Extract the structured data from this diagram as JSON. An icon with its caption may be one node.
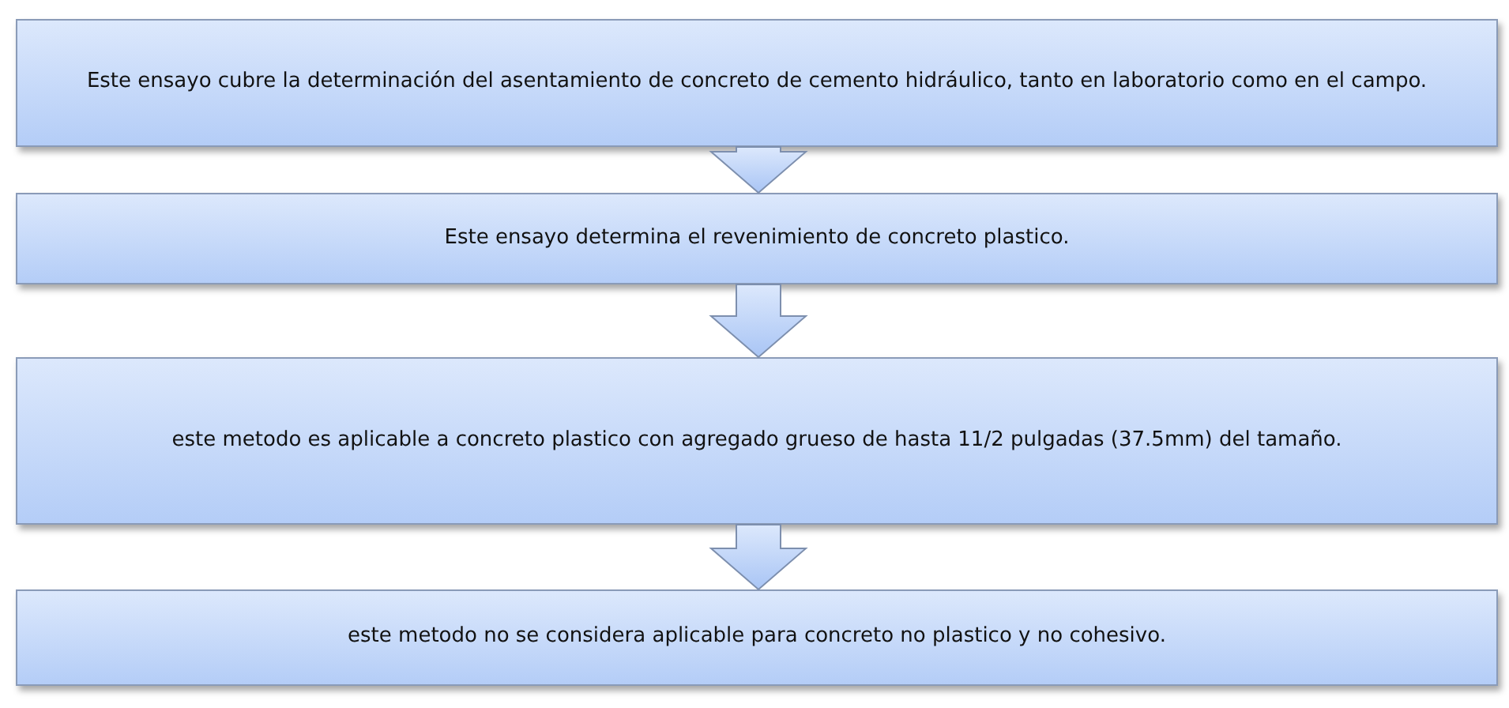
{
  "diagram": {
    "nodes": [
      {
        "text": [
          "Este ensayo cubre la determinación del asentamiento de concreto de cemento hidráulico, tanto en laboratorio como en el campo."
        ]
      },
      {
        "text": [
          "Este ensayo  determina el revenimiento de concreto plastico."
        ]
      },
      {
        "text": [
          "este metodo es aplicable a concreto plastico con agregado grueso de hasta 11/2 pulgadas (37.5mm) del tamaño."
        ]
      },
      {
        "text": [
          "este metodo no se considera aplicable para concreto no plastico y no cohesivo."
        ]
      }
    ],
    "edges": [
      {
        "from": 0,
        "to": 1,
        "arrow": "to"
      },
      {
        "from": 1,
        "to": 2,
        "arrow": "to"
      },
      {
        "from": 2,
        "to": 3,
        "arrow": "to"
      }
    ]
  }
}
